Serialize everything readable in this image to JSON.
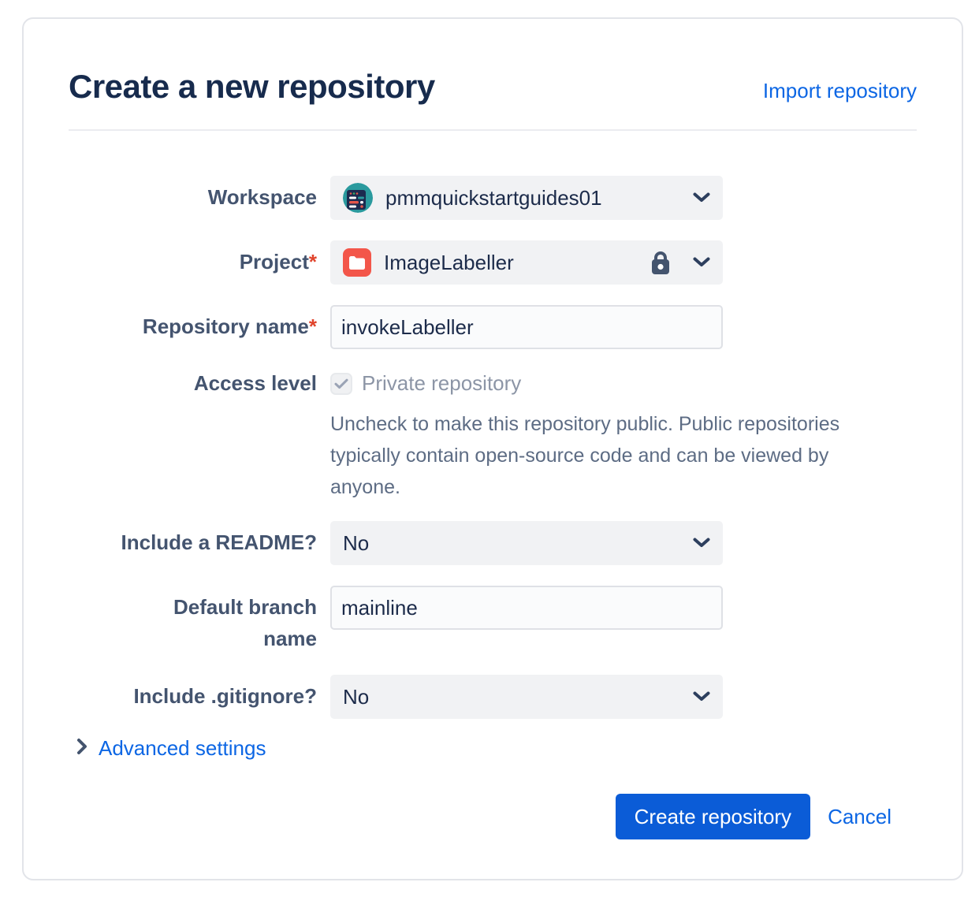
{
  "page": {
    "title": "Create a new repository",
    "import_link": "Import repository"
  },
  "form": {
    "workspace": {
      "label": "Workspace",
      "value": "pmmquickstartguides01",
      "avatar_icon": "workspace-avatar-teal-browser"
    },
    "project": {
      "label": "Project",
      "required_mark": "*",
      "value": "ImageLabeller",
      "badge_icon": "red-folder",
      "lock_icon": "lock"
    },
    "repository_name": {
      "label": "Repository name",
      "required_mark": "*",
      "value": "invokeLabeller"
    },
    "access_level": {
      "label": "Access level",
      "checkbox_checked": true,
      "checkbox_label": "Private repository",
      "help": "Uncheck to make this repository public. Public repositories typically contain open‑source code and can be viewed by anyone."
    },
    "readme": {
      "label": "Include a README?",
      "value": "No"
    },
    "default_branch": {
      "label": "Default branch name",
      "value": "mainline"
    },
    "gitignore": {
      "label": "Include .gitignore?",
      "value": "No"
    }
  },
  "advanced": {
    "label": "Advanced settings",
    "chevron_icon": "chevron-right"
  },
  "actions": {
    "create_label": "Create repository",
    "cancel_label": "Cancel"
  },
  "colors": {
    "title_text": "#172b4d",
    "label_text": "#44546f",
    "link_blue": "#0c66e4",
    "button_blue": "#0b5cd7",
    "required_red": "#e0442c",
    "project_badge_red": "#f3564a",
    "avatar_teal": "#2a9a9e",
    "field_bg_gray": "#f1f2f4",
    "muted_text": "#8c95a6",
    "help_text": "#5d6c84"
  }
}
